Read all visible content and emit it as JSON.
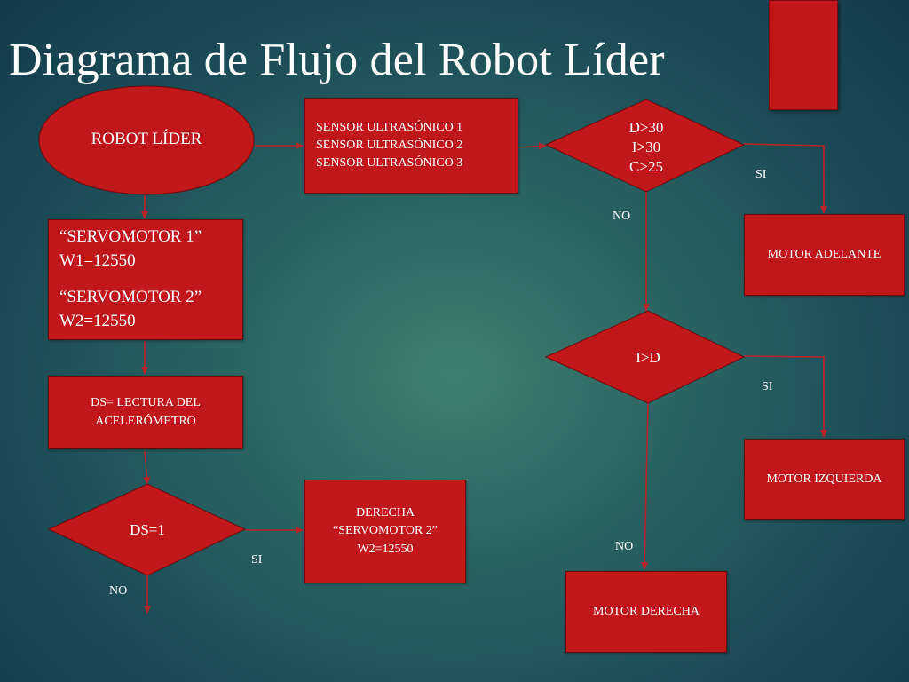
{
  "title": "Diagrama de Flujo del Robot Líder",
  "colors": {
    "shape_fill": "#c0171b",
    "connector": "#b8232a"
  },
  "nodes": {
    "start": "ROBOT LÍDER",
    "sensors": [
      "SENSOR ULTRASÓNICO 1",
      "SENSOR ULTRASÓNICO 2",
      "SENSOR ULTRASÓNICO 3"
    ],
    "decision_main": [
      "D>30",
      "I>30",
      "C>25"
    ],
    "servos": [
      "“SERVOMOTOR 1”",
      "W1=12550",
      "“SERVOMOTOR 2”",
      "W2=12550"
    ],
    "motor_forward": "MOTOR ADELANTE",
    "decision_id": "I>D",
    "accel_read": [
      "DS= LECTURA DEL",
      "ACELERÓMETRO"
    ],
    "motor_left": "MOTOR IZQUIERDA",
    "decision_ds": "DS=1",
    "right_action": [
      "DERECHA",
      "“SERVOMOTOR 2”",
      "W2=12550"
    ],
    "motor_right": "MOTOR DERECHA"
  },
  "edge_labels": {
    "main_yes": "SI",
    "main_no": "NO",
    "id_yes": "SI",
    "id_no": "NO",
    "ds_yes": "SI",
    "ds_no": "NO"
  }
}
